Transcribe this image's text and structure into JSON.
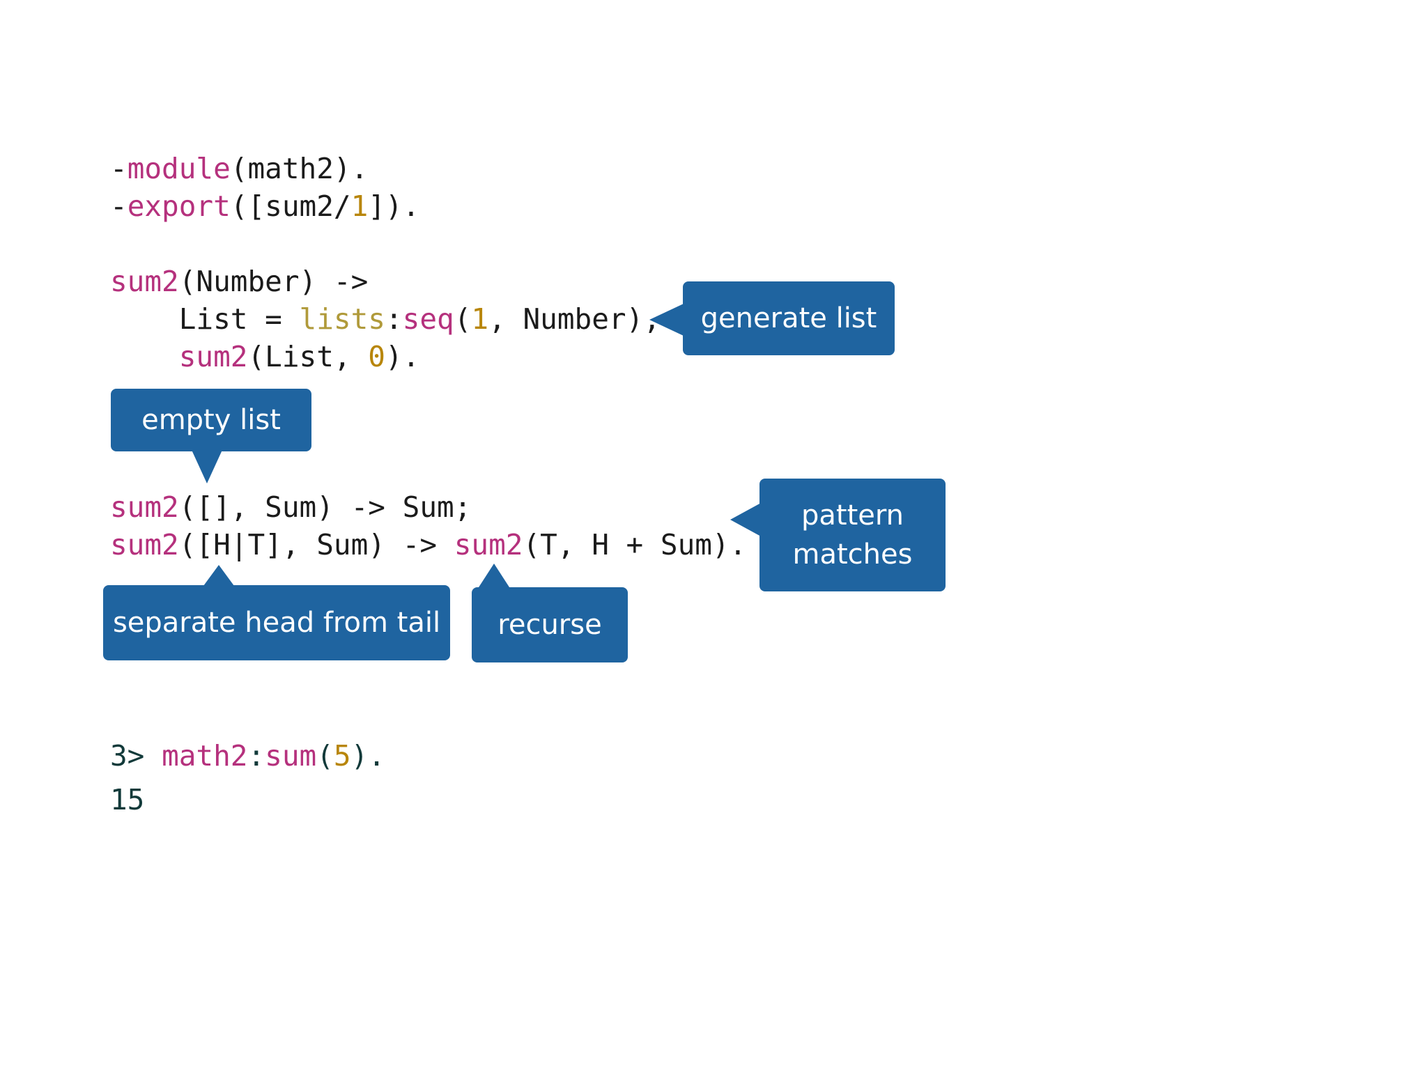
{
  "code": {
    "line1": {
      "dash": "-",
      "kw": "module",
      "rest": "(math2)."
    },
    "line2": {
      "dash": "-",
      "kw": "export",
      "open": "([sum2/",
      "num": "1",
      "close": "])."
    },
    "line3": {
      "fn": "sum2",
      "rest": "(Number) ->"
    },
    "line4": {
      "indent": "    ",
      "a": "List = ",
      "mod": "lists",
      "colon": ":",
      "fn": "seq",
      "open": "(",
      "num": "1",
      "rest": ", Number),"
    },
    "line5": {
      "indent": "    ",
      "fn": "sum2",
      "a": "(List, ",
      "num": "0",
      "close": ")."
    },
    "line6": {
      "fn": "sum2",
      "rest": "([], Sum) -> Sum;"
    },
    "line7": {
      "fn": "sum2",
      "a": "([H|T], Sum) -> ",
      "fn2": "sum2",
      "rest": "(T, H + Sum)."
    }
  },
  "shell": {
    "prompt": "3> ",
    "mod": "math2",
    "colon": ":",
    "fn": "sum",
    "open": "(",
    "num": "5",
    "close": ").",
    "result": "15"
  },
  "callouts": {
    "generate_list": "generate list",
    "empty_list": "empty list",
    "pattern_matches": "pattern\nmatches",
    "separate_head_from_tail": "separate head from tail",
    "recurse": "recurse"
  },
  "colors": {
    "keyword": "#b5317d",
    "module": "#b09a3a",
    "number": "#b8860b",
    "callout_bg": "#1f64a0",
    "text": "#1b1b1b"
  }
}
